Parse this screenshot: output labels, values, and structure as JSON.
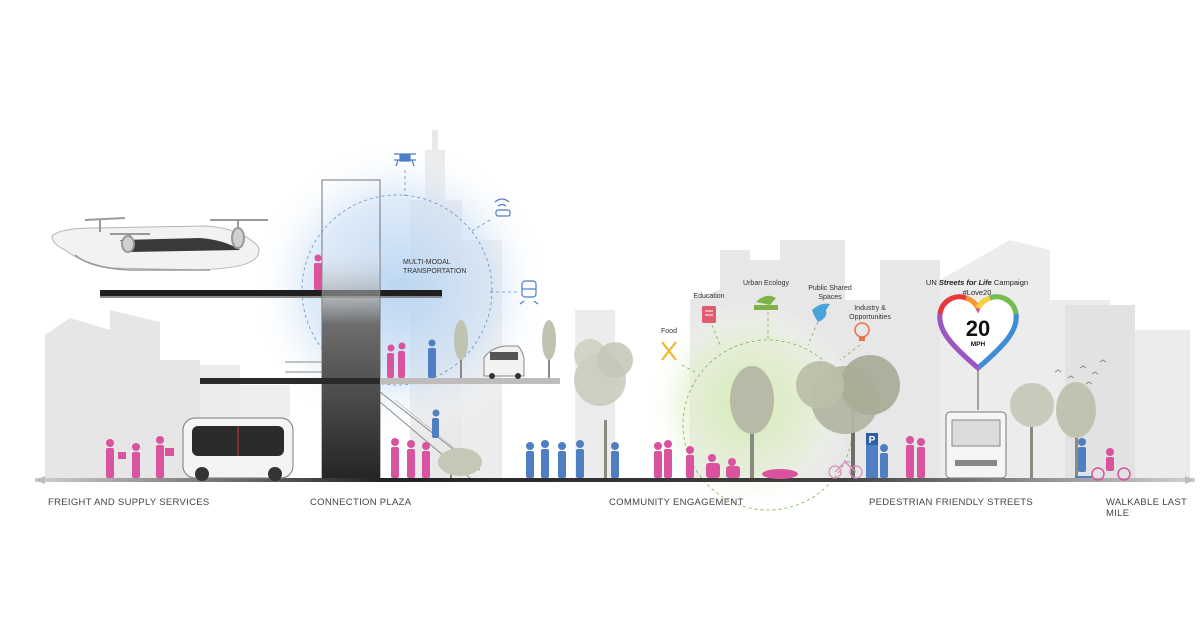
{
  "zones": [
    {
      "id": "freight",
      "label": "FREIGHT AND SUPPLY SERVICES"
    },
    {
      "id": "plaza",
      "label": "CONNECTION PLAZA"
    },
    {
      "id": "community",
      "label": "COMMUNITY ENGAGEMENT"
    },
    {
      "id": "streets",
      "label": "PEDESTRIAN FRIENDLY STREETS"
    },
    {
      "id": "lastmile",
      "label": "WALKABLE LAST MILE"
    }
  ],
  "hub": {
    "label_line1": "MULTI-MODAL",
    "label_line2": "TRANSPORTATION"
  },
  "community_nodes": {
    "food": "Food",
    "education": "Education",
    "ecology": "Urban Ecology",
    "shared_line1": "Public Shared",
    "shared_line2": "Spaces",
    "industry_line1": "Industry &",
    "industry_line2": "Opportunities"
  },
  "campaign": {
    "prefix": "UN ",
    "name": "Streets for Life",
    "suffix": " Campaign",
    "hashtag": "#Love20",
    "speed": "20",
    "unit": "MPH"
  },
  "parking_sign": "P",
  "colors": {
    "magenta": "#d9539f",
    "blue": "#4f7ec2",
    "hub_glow": "#bcd6f2",
    "community_glow": "#d6ecb4",
    "building": "#e3e3e3",
    "tower": "#2a2a2a",
    "foliage": "#b9bcab",
    "heart": [
      "#e63a3a",
      "#f29a2e",
      "#f6d23a",
      "#6fbf4a",
      "#3a8fd8",
      "#9a56c2",
      "#e0489b"
    ]
  }
}
